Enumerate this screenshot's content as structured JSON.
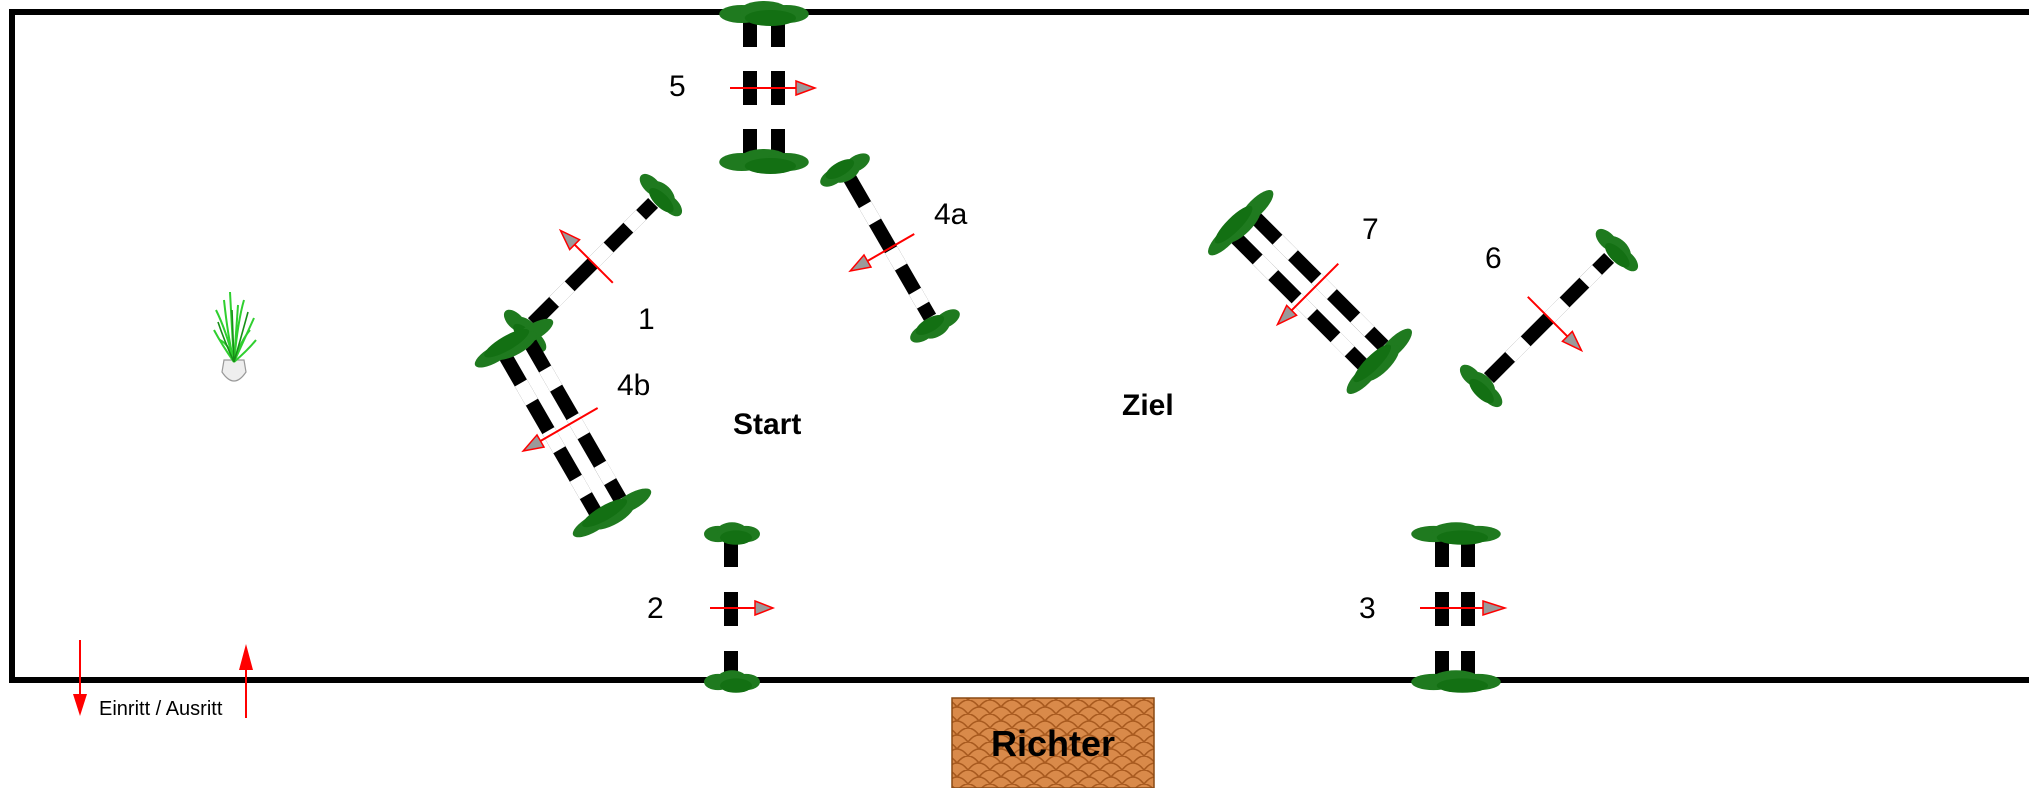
{
  "course": {
    "jump_labels": [
      "1",
      "2",
      "3",
      "4a",
      "4b",
      "5",
      "6",
      "7"
    ],
    "start_label": "Start",
    "finish_label": "Ziel",
    "judge_label": "Richter",
    "entry_exit_label": "Einritt / Ausritt"
  },
  "icons": {
    "plant": "potted-grass-icon",
    "direction": "red-arrow-icon",
    "entry": "red-arrow-down-icon",
    "exit": "red-arrow-up-icon"
  },
  "colors": {
    "bush": "#1f7a1f",
    "bush_dark": "#0f5f0f",
    "pole_dark": "#000000",
    "pole_light": "#ffffff",
    "arrow_line": "#ff0000",
    "arrow_head": "#9a9a9a",
    "judge_box": "#d98a4a",
    "judge_pattern": "#a85a1f",
    "grass": "#2fcf2f",
    "arena_border": "#000000"
  }
}
